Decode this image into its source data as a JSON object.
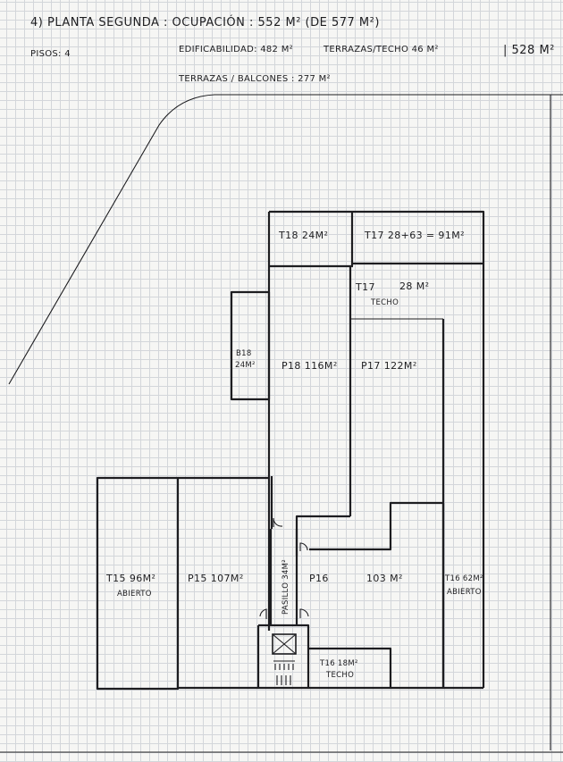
{
  "header": {
    "line1": "4) PLANTA SEGUNDA : OCUPACIÓN : 552 M² (DE 577 M²)",
    "floors": "PISOS: 4",
    "buildability": "EDIFICABILIDAD: 482 M²",
    "terraces_roof": "TERRAZAS/TECHO 46 M²",
    "total": "| 528 M²",
    "terraces_balconies": "TERRAZAS / BALCONES : 277 M²"
  },
  "rooms": {
    "t18": "T18  24M²",
    "t17_top": "T17  28+63 = 91M²",
    "t17_roof_name": "T17",
    "t17_roof_area": "28 M²",
    "t17_roof_note": "TECHO",
    "b18_name": "B18",
    "b18_area": "24M²",
    "p18": "P18  116M²",
    "p17": "P17  122M²",
    "t15_name": "T15  96M²",
    "t15_note": "ABIERTO",
    "p15": "P15   107M²",
    "passage": "PASILLO 34M²",
    "p16_name": "P16",
    "p16_area": "103 M²",
    "t16_side_name": "T16 62M²",
    "t16_side_note": "ABIERTO",
    "t16_roof_name": "T16  18M²",
    "t16_roof_note": "TECHO"
  }
}
